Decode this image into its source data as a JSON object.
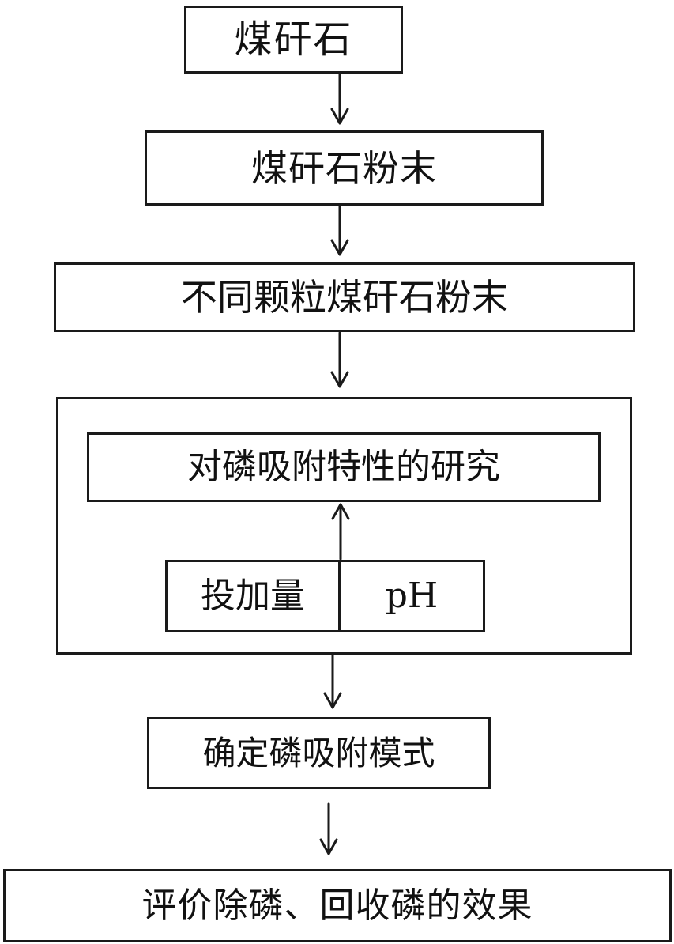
{
  "steps": {
    "coal_gangue": "煤矸石",
    "coal_gangue_powder": "煤矸石粉末",
    "graded_powder": "不同颗粒煤矸石粉末",
    "adsorption_study": "对磷吸附特性的研究",
    "dosage": "投加量",
    "ph": "pH",
    "adsorption_mode": "确定磷吸附模式",
    "evaluation": "评价除磷、回收磷的效果"
  },
  "colors": {
    "line": "#1a1a1a",
    "background": "#ffffff"
  }
}
